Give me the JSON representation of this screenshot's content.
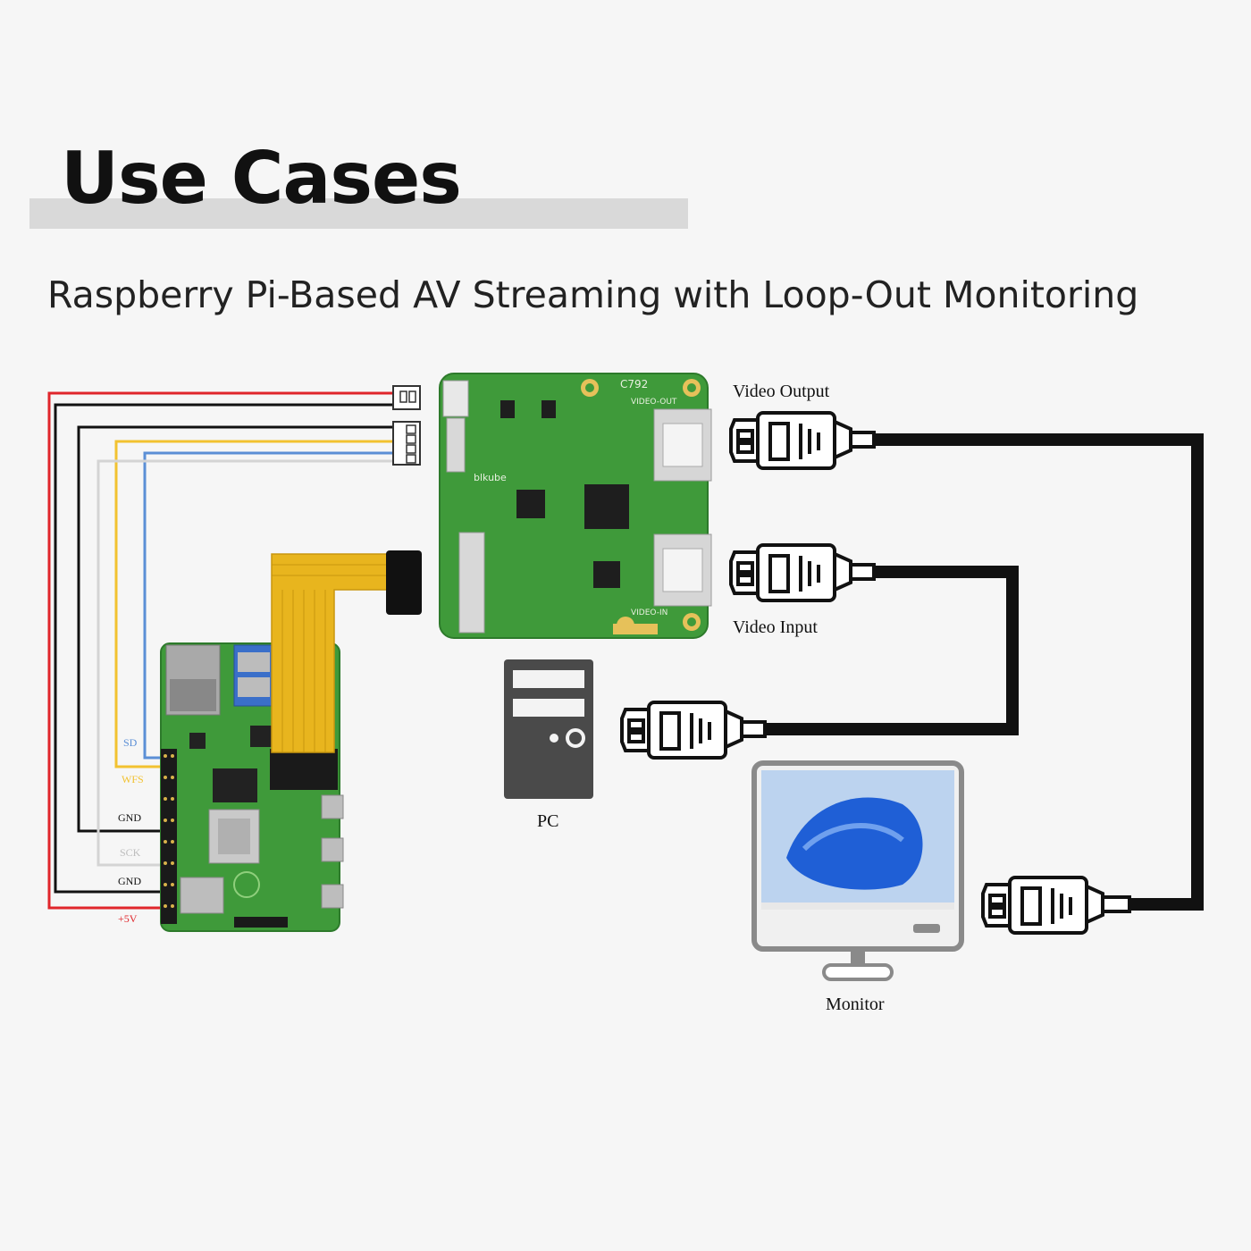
{
  "title": "Use Cases",
  "subtitle": "Raspberry Pi-Based AV Streaming with Loop-Out Monitoring",
  "labels": {
    "video_output": "Video Output",
    "video_input": "Video Input",
    "pc": "PC",
    "monitor": "Monitor"
  },
  "pin_labels": {
    "sd": "SD",
    "wfs": "WFS",
    "gnd1": "GND",
    "sck": "SCK",
    "gnd2": "GND",
    "v5": "+5V"
  },
  "board_text": {
    "model": "C792",
    "video_out": "VIDEO-OUT",
    "video_in": "VIDEO-IN",
    "brand": "blkube"
  },
  "colors": {
    "wire_red": "#e0252b",
    "wire_black": "#111111",
    "wire_yellow": "#f2c230",
    "wire_blue": "#5b8fd6",
    "wire_white": "#d8d8d8",
    "pcb_green": "#3f9a3a",
    "ribbon": "#e8b51e"
  }
}
